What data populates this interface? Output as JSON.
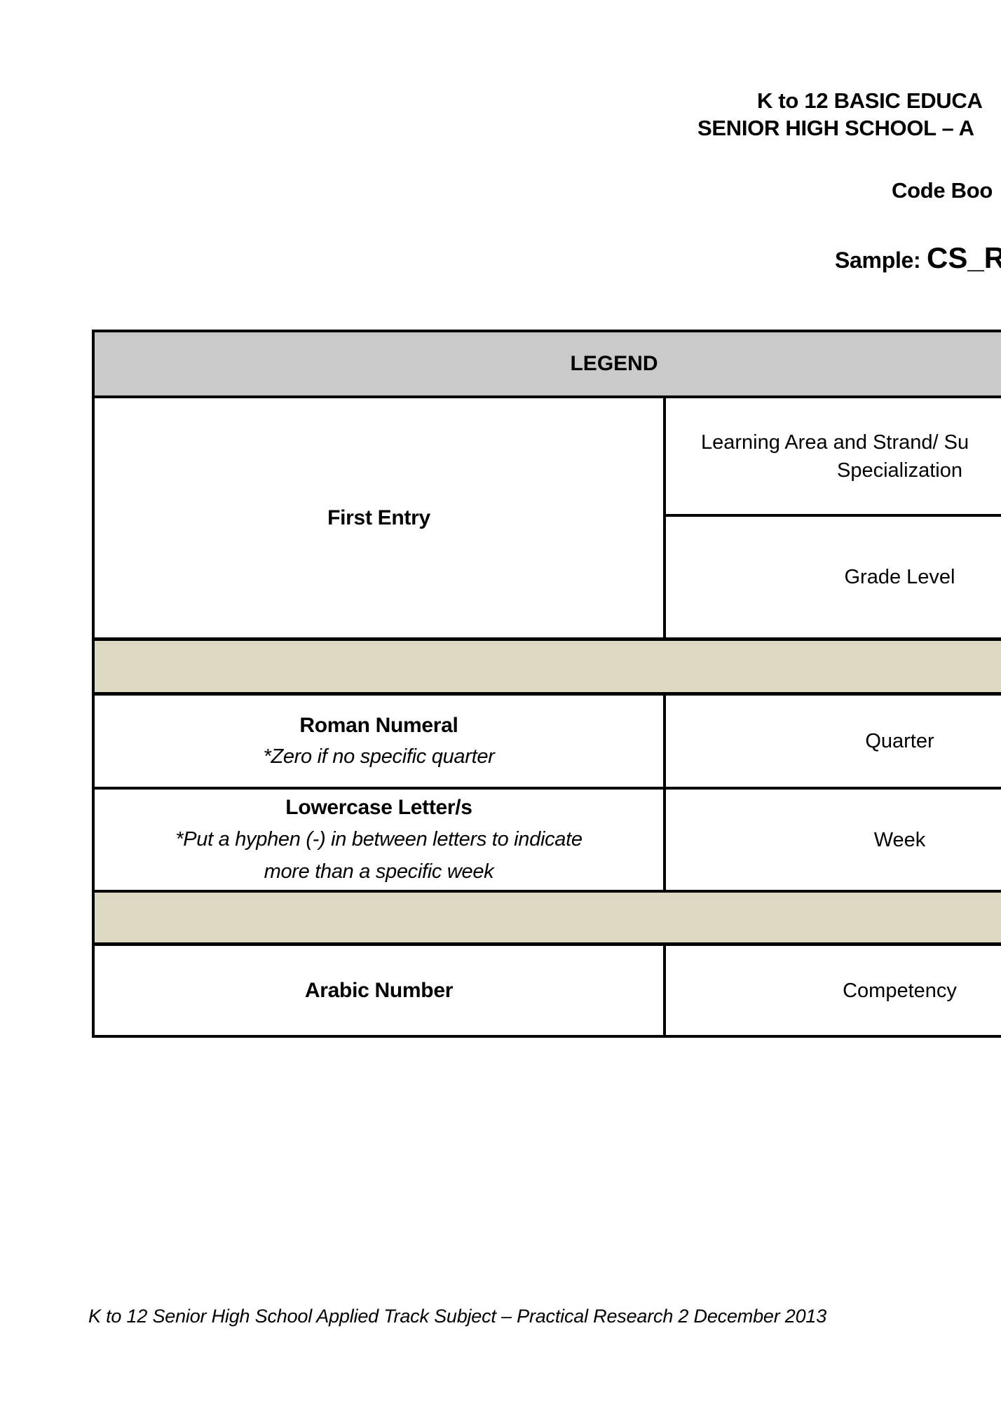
{
  "header": {
    "line1": "K to 12 BASIC EDUCA",
    "line2": "SENIOR HIGH SCHOOL – A",
    "line3": "Code Boo",
    "sample_label": "Sample: ",
    "sample_code": "CS_R"
  },
  "legend_table": {
    "title": "LEGEND",
    "first_entry": {
      "label": "First Entry",
      "learning_area_line1": "Learning Area and Strand/ Su",
      "learning_area_line2": "Specialization",
      "grade_level": "Grade Level"
    },
    "rows": [
      {
        "left_title": "Roman Numeral",
        "left_note1": "*Zero if no specific quarter",
        "right": "Quarter"
      },
      {
        "left_title": "Lowercase Letter/s",
        "left_note1": "*Put a hyphen (-) in between letters to indicate",
        "left_note2": "more than a specific week",
        "right": "Week"
      },
      {
        "left_title": "Arabic Number",
        "right": "Competency"
      }
    ]
  },
  "footer": "K to 12 Senior High School Applied Track Subject – Practical Research 2 December 2013",
  "colors": {
    "header_gray": "#cacaca",
    "separator_beige": "#ddd8c2",
    "border": "#000000"
  }
}
